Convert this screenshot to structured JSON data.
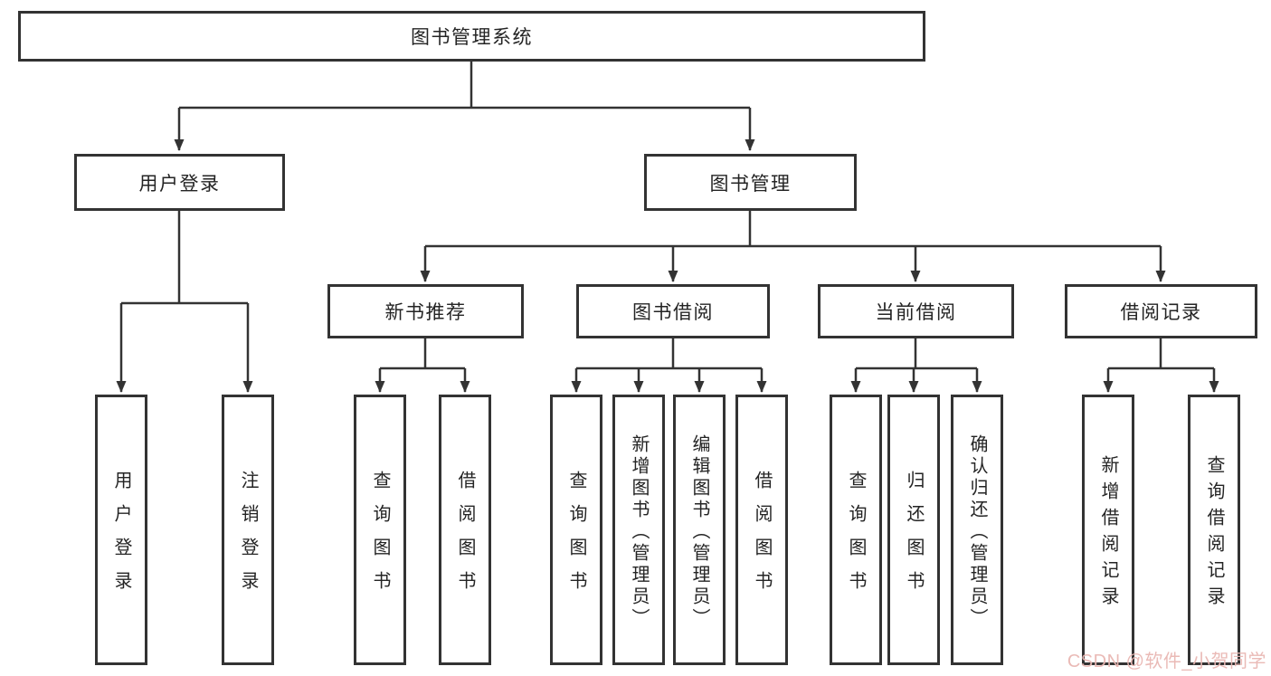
{
  "colors": {
    "line": "#333333",
    "box_border": "#333333",
    "text": "#242424",
    "watermark": "#e9b7b3"
  },
  "watermark": {
    "text": "CSDN @软件_小贺同学"
  },
  "tree": {
    "root": "图书管理系统",
    "branches": [
      {
        "label": "用户登录",
        "children": [
          {
            "label": "用户登录"
          },
          {
            "label": "注销登录"
          }
        ]
      },
      {
        "label": "图书管理",
        "children": [
          {
            "label": "新书推荐",
            "children": [
              {
                "label": "查询图书"
              },
              {
                "label": "借阅图书"
              }
            ]
          },
          {
            "label": "图书借阅",
            "children": [
              {
                "label": "查询图书"
              },
              {
                "label": "新增图书（管理员）"
              },
              {
                "label": "编辑图书（管理员）"
              },
              {
                "label": "借阅图书"
              }
            ]
          },
          {
            "label": "当前借阅",
            "children": [
              {
                "label": "查询图书"
              },
              {
                "label": "归还图书"
              },
              {
                "label": "确认归还（管理员）"
              }
            ]
          },
          {
            "label": "借阅记录",
            "children": [
              {
                "label": "新增借阅记录"
              },
              {
                "label": "查询借阅记录"
              }
            ]
          }
        ]
      }
    ]
  }
}
